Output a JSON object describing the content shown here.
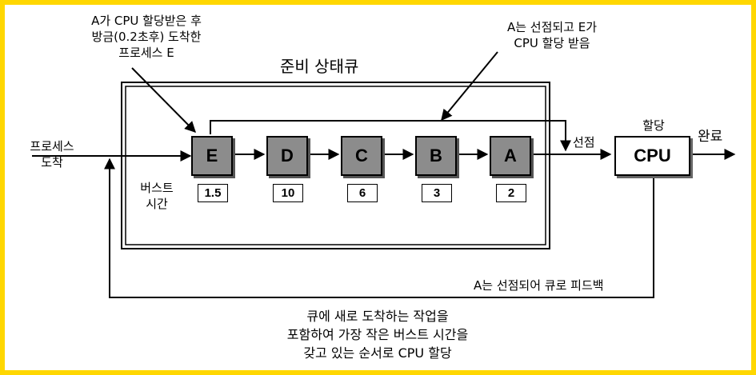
{
  "title": "준비 상태큐",
  "arrival_label": [
    "프로세스",
    "도착"
  ],
  "burst_label": [
    "버스트",
    "시간"
  ],
  "processes": [
    {
      "name": "E",
      "burst": "1.5"
    },
    {
      "name": "D",
      "burst": "10"
    },
    {
      "name": "C",
      "burst": "6"
    },
    {
      "name": "B",
      "burst": "3"
    },
    {
      "name": "A",
      "burst": "2"
    }
  ],
  "cpu": {
    "label": "CPU",
    "assign_label": "할당"
  },
  "preempt_label": "선점",
  "complete_label": "완료",
  "callout_arrival": [
    "A가 CPU 할당받은 후",
    "방금(0.2초후) 도착한",
    "프로세스 E"
  ],
  "callout_preempt": [
    "A는 선점되고 E가",
    "CPU 할당 받음"
  ],
  "feedback_label": "A는 선점되어 큐로 피드백",
  "caption": [
    "큐에 새로 도착하는 작업을",
    "포함하여 가장 작은 버스트 시간을",
    "갖고 있는 순서로 CPU 할당"
  ],
  "colors": {
    "frame": "#ffd700",
    "process_box": "#8c8c8c",
    "line": "#000000"
  }
}
